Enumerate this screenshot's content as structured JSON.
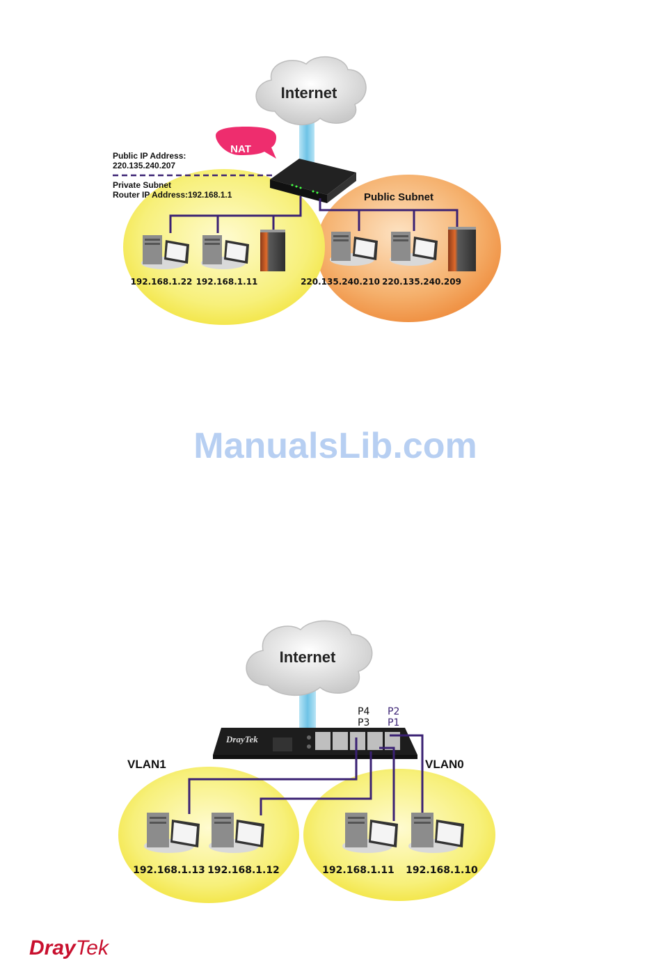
{
  "diagram1": {
    "cloud_label": "Internet",
    "nat_label": "NAT",
    "public_ip_label": "Public IP Address:",
    "public_ip_value": "220.135.240.207",
    "private_subnet_label": "Private Subnet",
    "router_ip_label": "Router IP Address:192.168.1.1",
    "public_subnet_label": "Public Subnet",
    "hosts": [
      "192.168.1.22",
      "192.168.1.11",
      "220.135.240.210",
      "220.135.240.209"
    ]
  },
  "watermark": "ManualsLib.com",
  "diagram2": {
    "cloud_label": "Internet",
    "ports": [
      "P4",
      "P2",
      "P3",
      "P1"
    ],
    "vlan1_label": "VLAN1",
    "vlan0_label": "VLAN0",
    "hosts": [
      "192.168.1.13",
      "192.168.1.12",
      "192.168.1.11",
      "192.168.1.10"
    ]
  },
  "brand": {
    "logo_text_1": "Dray",
    "logo_text_2": "Tek"
  },
  "colors": {
    "private_area": "#f7f07a",
    "public_area": "#f39a4a",
    "link": "#3a2173",
    "uplink": "#8fd2ee",
    "nat_bubble": "#ee2d6e",
    "watermark": "#b7cff2",
    "brand": "#c8102e"
  }
}
